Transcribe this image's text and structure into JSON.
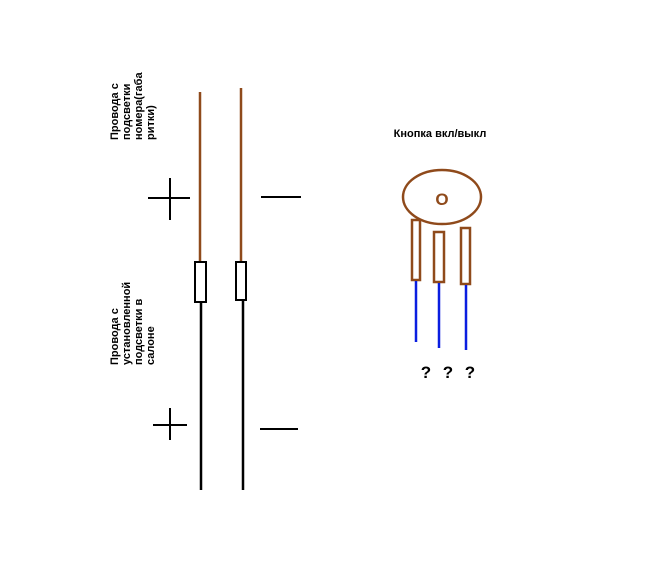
{
  "labels": {
    "plate_wires": [
      "Провода с",
      "подсветки",
      "номера(габа",
      "ритки)"
    ],
    "cabin_wires": [
      "Провода с",
      "установленной",
      "подсветки в",
      "салоне"
    ],
    "button_title": "Кнопка вкл/выкл",
    "button_center": "O",
    "question_marks": [
      "?",
      "?",
      "?"
    ]
  },
  "colors": {
    "brown": "#8f4a1b",
    "blue": "#0a1ee0",
    "black": "#000000"
  }
}
